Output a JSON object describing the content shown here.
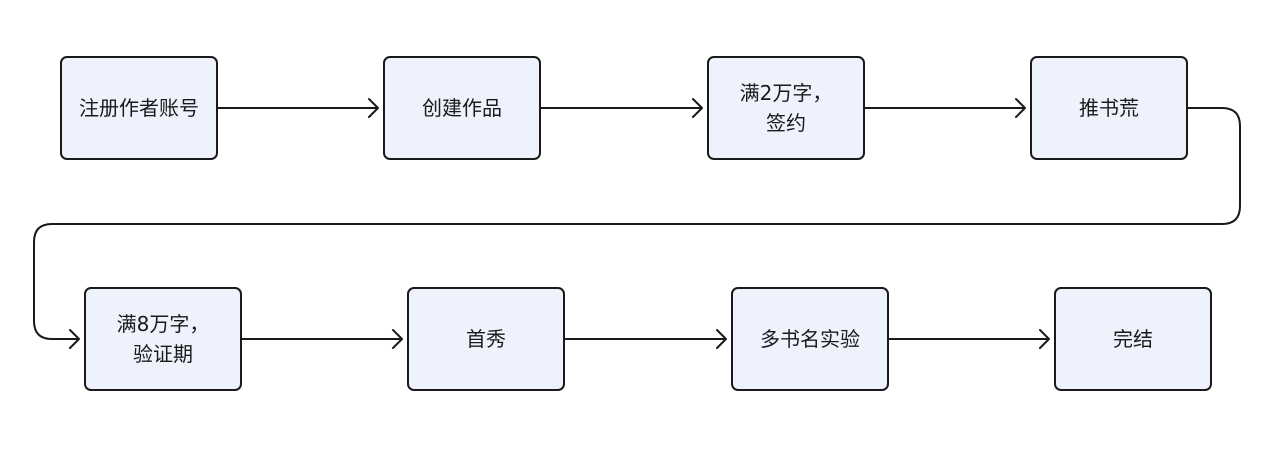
{
  "nodes": [
    {
      "id": "n1",
      "label": "注册作者账号"
    },
    {
      "id": "n2",
      "label": "创建作品"
    },
    {
      "id": "n3",
      "label": "满2万字，\n签约"
    },
    {
      "id": "n4",
      "label": "推书荒"
    },
    {
      "id": "n5",
      "label": "满8万字，\n验证期"
    },
    {
      "id": "n6",
      "label": "首秀"
    },
    {
      "id": "n7",
      "label": "多书名实验"
    },
    {
      "id": "n8",
      "label": "完结"
    }
  ],
  "edges": [
    {
      "from": "n1",
      "to": "n2"
    },
    {
      "from": "n2",
      "to": "n3"
    },
    {
      "from": "n3",
      "to": "n4"
    },
    {
      "from": "n4",
      "to": "n5"
    },
    {
      "from": "n5",
      "to": "n6"
    },
    {
      "from": "n6",
      "to": "n7"
    },
    {
      "from": "n7",
      "to": "n8"
    }
  ],
  "colors": {
    "node_fill": "#eef2fc",
    "stroke": "#1a1a1a",
    "background": "#ffffff"
  }
}
